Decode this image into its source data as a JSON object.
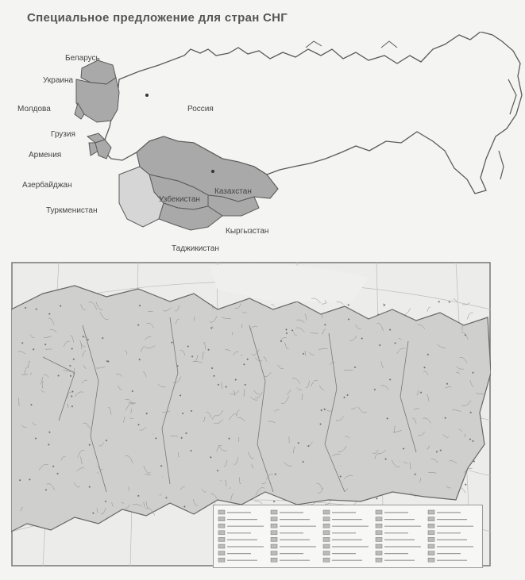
{
  "title": "Специальное предложение для стран СНГ",
  "countries": [
    {
      "key": "belarus",
      "label": "Беларусь"
    },
    {
      "key": "ukraine",
      "label": "Украина"
    },
    {
      "key": "moldova",
      "label": "Молдова"
    },
    {
      "key": "russia",
      "label": "Россия"
    },
    {
      "key": "georgia",
      "label": "Грузия"
    },
    {
      "key": "armenia",
      "label": "Армения"
    },
    {
      "key": "azerbaijan",
      "label": "Азербайджан"
    },
    {
      "key": "kazakhstan",
      "label": "Казахстан"
    },
    {
      "key": "uzbekistan",
      "label": "Узбекистан"
    },
    {
      "key": "turkmenistan",
      "label": "Туркменистан"
    },
    {
      "key": "kyrgyzstan",
      "label": "Кыргызстан"
    },
    {
      "key": "tajikistan",
      "label": "Таджикистан"
    }
  ],
  "colors": {
    "highlight": "#a9a9a9",
    "light_fill": "#d6d6d6",
    "outline": "#5a5a5a",
    "paper": "#f4f4f2"
  }
}
